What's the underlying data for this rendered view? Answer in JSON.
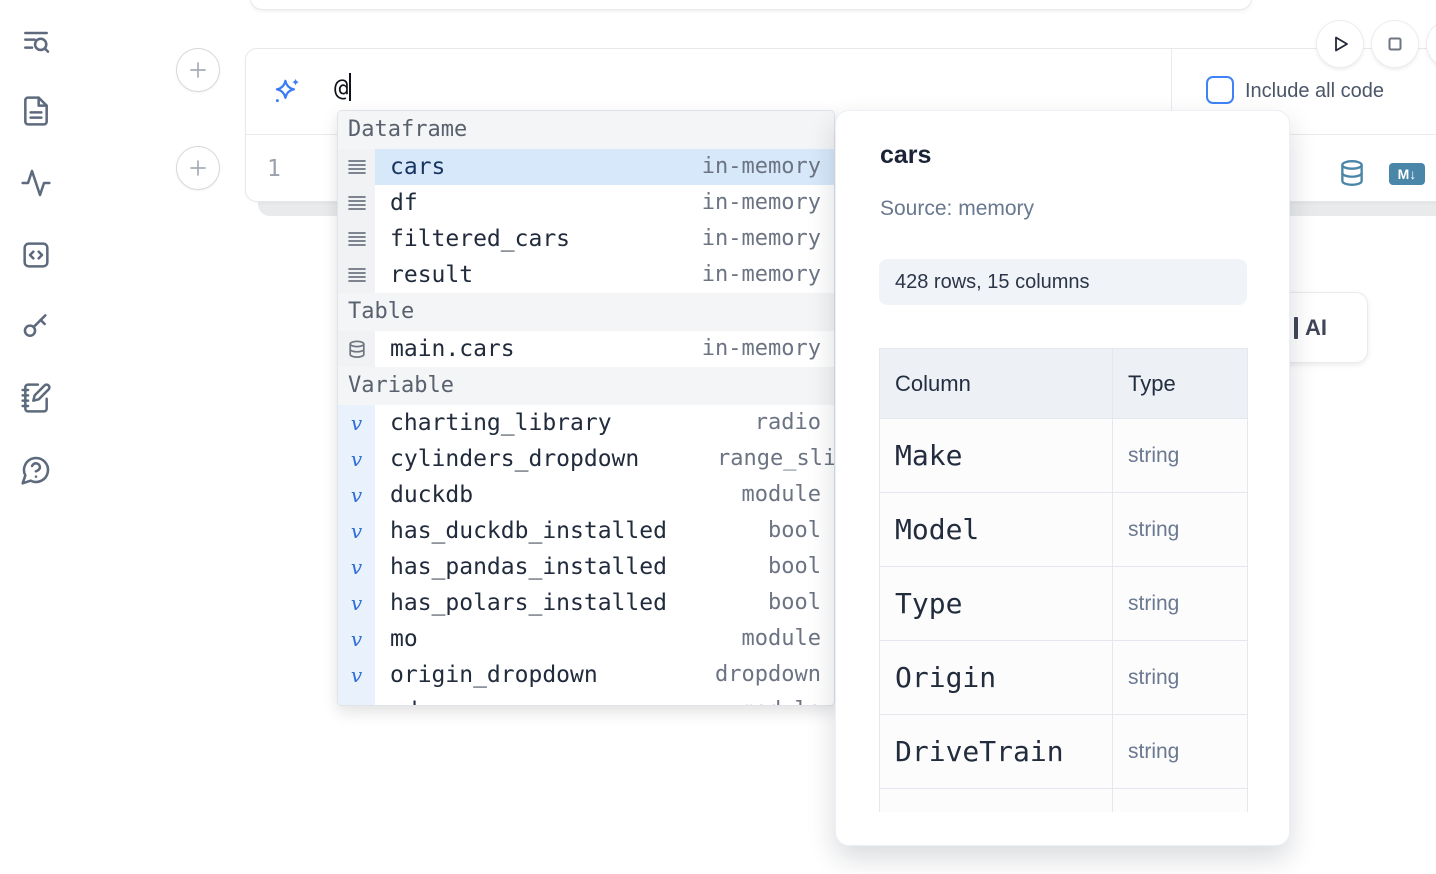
{
  "sidebar": {
    "items": [
      {
        "icon": "search-list-icon"
      },
      {
        "icon": "document-icon"
      },
      {
        "icon": "activity-icon"
      },
      {
        "icon": "code-cell-icon"
      },
      {
        "icon": "key-icon"
      },
      {
        "icon": "scratchpad-icon"
      },
      {
        "icon": "help-chat-icon"
      }
    ]
  },
  "cell": {
    "prompt_value": "@",
    "include_all_code_label": "Include all code",
    "line_number": "1",
    "markdown_badge_label": "M↓"
  },
  "ai_button": {
    "label": "AI"
  },
  "autocomplete": {
    "sections": [
      {
        "label": "Dataframe",
        "items": [
          {
            "icon": "dataframe-icon",
            "name": "cars",
            "type": "in-memory",
            "selected": true
          },
          {
            "icon": "dataframe-icon",
            "name": "df",
            "type": "in-memory"
          },
          {
            "icon": "dataframe-icon",
            "name": "filtered_cars",
            "type": "in-memory"
          },
          {
            "icon": "dataframe-icon",
            "name": "result",
            "type": "in-memory"
          }
        ]
      },
      {
        "label": "Table",
        "items": [
          {
            "icon": "table-icon",
            "name": "main.cars",
            "type": "in-memory"
          }
        ]
      },
      {
        "label": "Variable",
        "items": [
          {
            "icon": "variable-icon",
            "name": "charting_library",
            "type": "radio"
          },
          {
            "icon": "variable-icon",
            "name": "cylinders_dropdown",
            "type": "range_slider",
            "clipped": true
          },
          {
            "icon": "variable-icon",
            "name": "duckdb",
            "type": "module"
          },
          {
            "icon": "variable-icon",
            "name": "has_duckdb_installed",
            "type": "bool"
          },
          {
            "icon": "variable-icon",
            "name": "has_pandas_installed",
            "type": "bool"
          },
          {
            "icon": "variable-icon",
            "name": "has_polars_installed",
            "type": "bool"
          },
          {
            "icon": "variable-icon",
            "name": "mo",
            "type": "module"
          },
          {
            "icon": "variable-icon",
            "name": "origin_dropdown",
            "type": "dropdown"
          },
          {
            "icon": "variable-icon",
            "name": "pd",
            "type": "module"
          }
        ]
      }
    ]
  },
  "preview": {
    "title": "cars",
    "source_label": "Source: memory",
    "shape_badge": "428 rows, 15 columns",
    "table": {
      "headers": [
        "Column",
        "Type"
      ],
      "rows": [
        [
          "Make",
          "string"
        ],
        [
          "Model",
          "string"
        ],
        [
          "Type",
          "string"
        ],
        [
          "Origin",
          "string"
        ],
        [
          "DriveTrain",
          "string"
        ],
        [
          "",
          ""
        ]
      ]
    }
  }
}
